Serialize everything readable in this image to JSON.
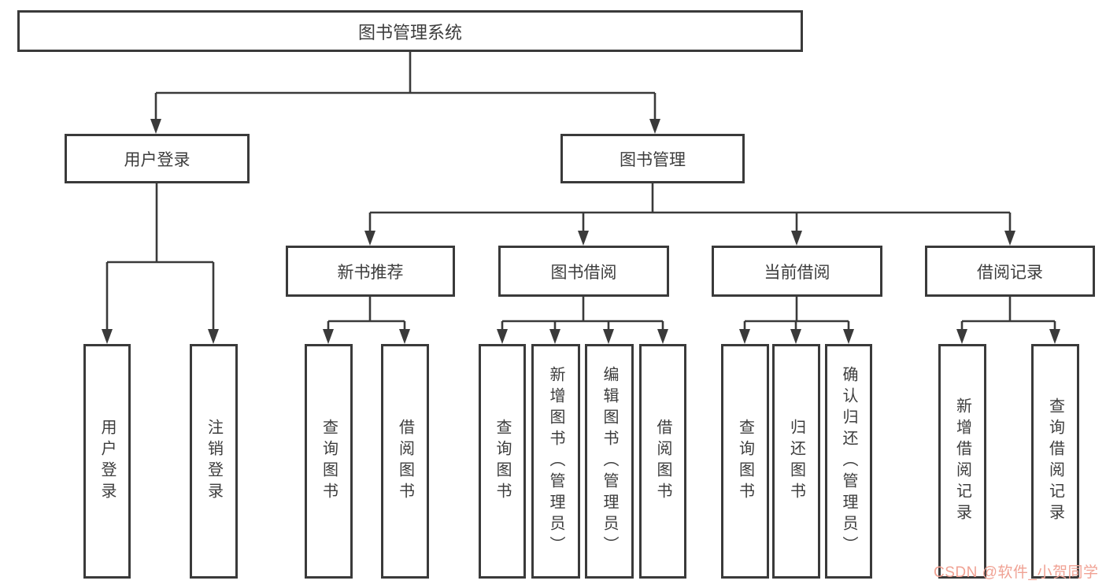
{
  "colors": {
    "line": "#3a3a3a",
    "ink": "#3d3d3d",
    "background": "#ffffff",
    "watermark": "#f0a294"
  },
  "watermark": {
    "text": "CSDN @软件_小贺同学"
  },
  "tree": {
    "root": {
      "label": "图书管理系统"
    },
    "level2": [
      {
        "label": "用户登录"
      },
      {
        "label": "图书管理"
      }
    ],
    "level3": [
      {
        "label": "新书推荐"
      },
      {
        "label": "图书借阅"
      },
      {
        "label": "当前借阅"
      },
      {
        "label": "借阅记录"
      }
    ],
    "leaves": {
      "user_login": [
        "用户登录",
        "注销登录"
      ],
      "new_book": [
        "查询图书",
        "借阅图书"
      ],
      "book_borrow": [
        "查询图书",
        "新增图书（管理员）",
        "编辑图书（管理员）",
        "借阅图书"
      ],
      "current_borrow": [
        "查询图书",
        "归还图书",
        "确认归还（管理员）"
      ],
      "borrow_record": [
        "新增借阅记录",
        "查询借阅记录"
      ]
    }
  }
}
